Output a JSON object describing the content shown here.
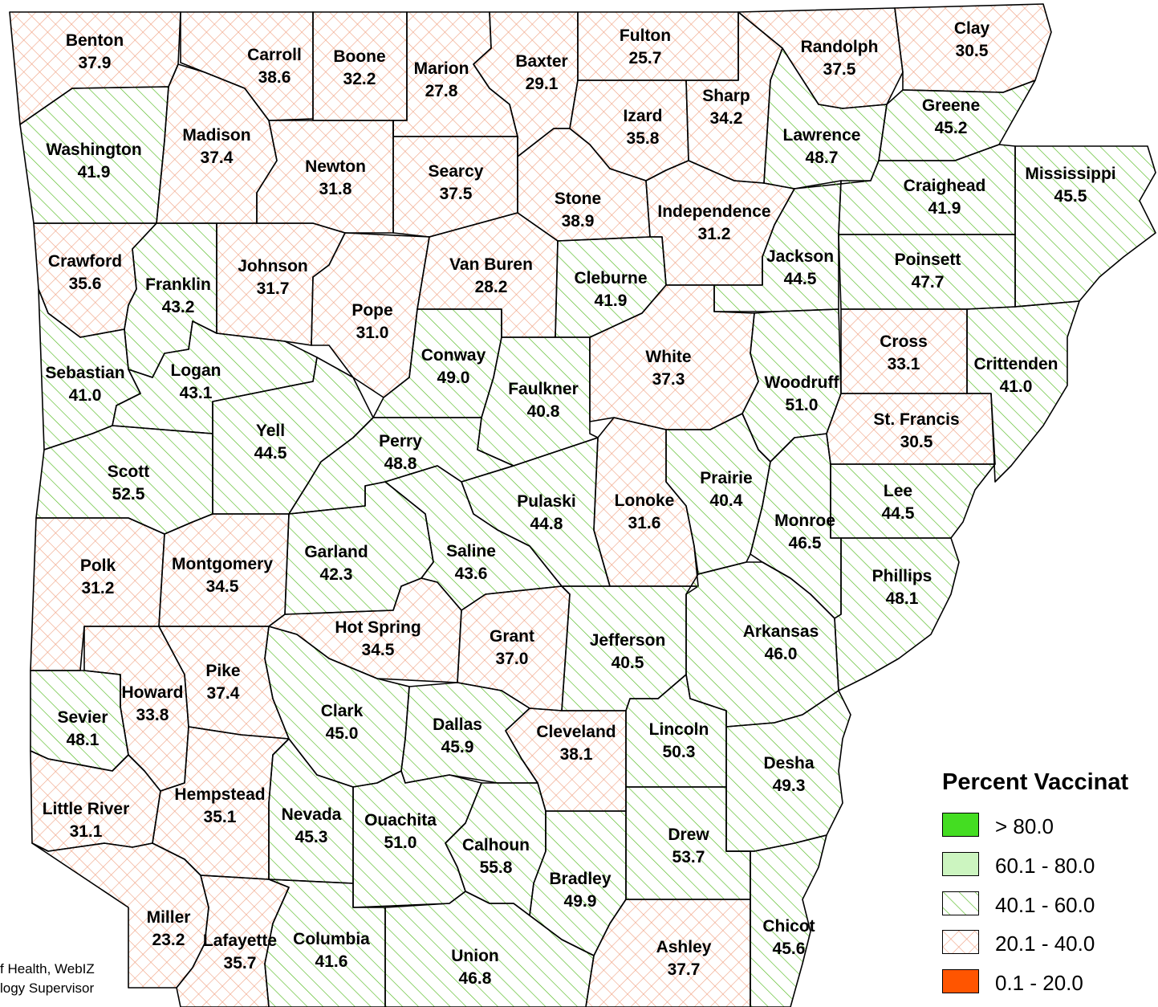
{
  "legend": {
    "title": "Percent Vaccinat",
    "items": [
      {
        "label": "> 80.0",
        "style": "solid-green",
        "fill": "#44dd22"
      },
      {
        "label": "60.1 - 80.0",
        "style": "solid-light-green",
        "fill": "#ccf5c0"
      },
      {
        "label": "40.1 - 60.0",
        "style": "hatch-green",
        "color": "#55bb22"
      },
      {
        "label": "20.1 - 40.0",
        "style": "crosshatch-orange",
        "color": "#f0a080"
      },
      {
        "label": "0.1 - 20.0",
        "style": "solid-orange",
        "fill": "#ff5500"
      }
    ]
  },
  "credit": {
    "line1": "f Health, WebIZ",
    "line2": "logy Supervisor"
  },
  "counties": [
    {
      "name": "Benton",
      "value": "37.9",
      "cls": "mid-low"
    },
    {
      "name": "Carroll",
      "value": "38.6",
      "cls": "mid-low"
    },
    {
      "name": "Boone",
      "value": "32.2",
      "cls": "mid-low"
    },
    {
      "name": "Marion",
      "value": "27.8",
      "cls": "mid-low"
    },
    {
      "name": "Baxter",
      "value": "29.1",
      "cls": "mid-low"
    },
    {
      "name": "Fulton",
      "value": "25.7",
      "cls": "mid-low"
    },
    {
      "name": "Randolph",
      "value": "37.5",
      "cls": "mid-low"
    },
    {
      "name": "Clay",
      "value": "30.5",
      "cls": "mid-low"
    },
    {
      "name": "Washington",
      "value": "41.9",
      "cls": "mid-high"
    },
    {
      "name": "Madison",
      "value": "37.4",
      "cls": "mid-low"
    },
    {
      "name": "Newton",
      "value": "31.8",
      "cls": "mid-low"
    },
    {
      "name": "Searcy",
      "value": "37.5",
      "cls": "mid-low"
    },
    {
      "name": "Izard",
      "value": "35.8",
      "cls": "mid-low"
    },
    {
      "name": "Sharp",
      "value": "34.2",
      "cls": "mid-low"
    },
    {
      "name": "Lawrence",
      "value": "48.7",
      "cls": "mid-high"
    },
    {
      "name": "Greene",
      "value": "45.2",
      "cls": "mid-high"
    },
    {
      "name": "Stone",
      "value": "38.9",
      "cls": "mid-low"
    },
    {
      "name": "Independence",
      "value": "31.2",
      "cls": "mid-low"
    },
    {
      "name": "Craighead",
      "value": "41.9",
      "cls": "mid-high"
    },
    {
      "name": "Mississippi",
      "value": "45.5",
      "cls": "mid-high"
    },
    {
      "name": "Crawford",
      "value": "35.6",
      "cls": "mid-low"
    },
    {
      "name": "Franklin",
      "value": "43.2",
      "cls": "mid-high"
    },
    {
      "name": "Johnson",
      "value": "31.7",
      "cls": "mid-low"
    },
    {
      "name": "Van Buren",
      "value": "28.2",
      "cls": "mid-low"
    },
    {
      "name": "Cleburne",
      "value": "41.9",
      "cls": "mid-high"
    },
    {
      "name": "Jackson",
      "value": "44.5",
      "cls": "mid-high"
    },
    {
      "name": "Poinsett",
      "value": "47.7",
      "cls": "mid-high"
    },
    {
      "name": "Pope",
      "value": "31.0",
      "cls": "mid-low"
    },
    {
      "name": "Conway",
      "value": "49.0",
      "cls": "mid-high"
    },
    {
      "name": "White",
      "value": "37.3",
      "cls": "mid-low"
    },
    {
      "name": "Cross",
      "value": "33.1",
      "cls": "mid-low"
    },
    {
      "name": "Crittenden",
      "value": "41.0",
      "cls": "mid-high"
    },
    {
      "name": "Sebastian",
      "value": "41.0",
      "cls": "mid-high"
    },
    {
      "name": "Logan",
      "value": "43.1",
      "cls": "mid-high"
    },
    {
      "name": "Faulkner",
      "value": "40.8",
      "cls": "mid-high"
    },
    {
      "name": "Woodruff",
      "value": "51.0",
      "cls": "mid-high"
    },
    {
      "name": "Yell",
      "value": "44.5",
      "cls": "mid-high"
    },
    {
      "name": "St. Francis",
      "value": "30.5",
      "cls": "mid-low"
    },
    {
      "name": "Perry",
      "value": "48.8",
      "cls": "mid-high"
    },
    {
      "name": "Scott",
      "value": "52.5",
      "cls": "mid-high"
    },
    {
      "name": "Prairie",
      "value": "40.4",
      "cls": "mid-high"
    },
    {
      "name": "Lee",
      "value": "44.5",
      "cls": "mid-high"
    },
    {
      "name": "Pulaski",
      "value": "44.8",
      "cls": "mid-high"
    },
    {
      "name": "Lonoke",
      "value": "31.6",
      "cls": "mid-low"
    },
    {
      "name": "Monroe",
      "value": "46.5",
      "cls": "mid-high"
    },
    {
      "name": "Garland",
      "value": "42.3",
      "cls": "mid-high"
    },
    {
      "name": "Saline",
      "value": "43.6",
      "cls": "mid-high"
    },
    {
      "name": "Polk",
      "value": "31.2",
      "cls": "mid-low"
    },
    {
      "name": "Montgomery",
      "value": "34.5",
      "cls": "mid-low"
    },
    {
      "name": "Phillips",
      "value": "48.1",
      "cls": "mid-high"
    },
    {
      "name": "Hot Spring",
      "value": "34.5",
      "cls": "mid-low"
    },
    {
      "name": "Grant",
      "value": "37.0",
      "cls": "mid-low"
    },
    {
      "name": "Jefferson",
      "value": "40.5",
      "cls": "mid-high"
    },
    {
      "name": "Arkansas",
      "value": "46.0",
      "cls": "mid-high"
    },
    {
      "name": "Pike",
      "value": "37.4",
      "cls": "mid-low"
    },
    {
      "name": "Howard",
      "value": "33.8",
      "cls": "mid-low"
    },
    {
      "name": "Clark",
      "value": "45.0",
      "cls": "mid-high"
    },
    {
      "name": "Sevier",
      "value": "48.1",
      "cls": "mid-high"
    },
    {
      "name": "Dallas",
      "value": "45.9",
      "cls": "mid-high"
    },
    {
      "name": "Cleveland",
      "value": "38.1",
      "cls": "mid-low"
    },
    {
      "name": "Lincoln",
      "value": "50.3",
      "cls": "mid-high"
    },
    {
      "name": "Desha",
      "value": "49.3",
      "cls": "mid-high"
    },
    {
      "name": "Hempstead",
      "value": "35.1",
      "cls": "mid-low"
    },
    {
      "name": "Little River",
      "value": "31.1",
      "cls": "mid-low"
    },
    {
      "name": "Nevada",
      "value": "45.3",
      "cls": "mid-high"
    },
    {
      "name": "Ouachita",
      "value": "51.0",
      "cls": "mid-high"
    },
    {
      "name": "Calhoun",
      "value": "55.8",
      "cls": "mid-high"
    },
    {
      "name": "Drew",
      "value": "53.7",
      "cls": "mid-high"
    },
    {
      "name": "Bradley",
      "value": "49.9",
      "cls": "mid-high"
    },
    {
      "name": "Miller",
      "value": "23.2",
      "cls": "mid-low"
    },
    {
      "name": "Lafayette",
      "value": "35.7",
      "cls": "mid-low"
    },
    {
      "name": "Columbia",
      "value": "41.6",
      "cls": "mid-high"
    },
    {
      "name": "Union",
      "value": "46.8",
      "cls": "mid-high"
    },
    {
      "name": "Ashley",
      "value": "37.7",
      "cls": "mid-low"
    },
    {
      "name": "Chicot",
      "value": "45.6",
      "cls": "mid-high"
    }
  ]
}
